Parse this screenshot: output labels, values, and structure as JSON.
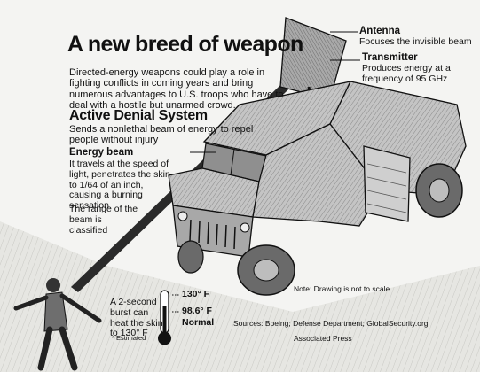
{
  "title": "A new breed of weapon",
  "intro": "Directed-energy weapons could play a role in fighting conflicts in coming years and bring numerous advantages to U.S. troops who have to deal with a hostile but unarmed crowd.",
  "system": {
    "heading": "Active Denial System",
    "description": "Sends a nonlethal beam of energy to repel people without injury"
  },
  "callouts": {
    "antenna": {
      "label": "Antenna",
      "desc": "Focuses the invisible beam"
    },
    "transmitter": {
      "label": "Transmitter",
      "desc": "Produces energy at a frequency of 95 GHz"
    },
    "energy_beam": {
      "label": "Energy beam",
      "desc": "It travels at the speed of light, penetrates the skin to 1/64 of an inch, causing a burning sensation"
    },
    "range": "The range of the beam is classified"
  },
  "burst_note": "A 2-second burst can heat the skin to 130° F",
  "estimated_note": "* Estimated",
  "thermometer": {
    "high": "130° F",
    "normal_value": "98.6° F",
    "normal_label": "Normal"
  },
  "drawing_note": "Note: Drawing is not to scale",
  "sources": "Sources: Boeing; Defense Department; GlobalSecurity.org",
  "credit": "Associated Press",
  "colors": {
    "ink": "#111111",
    "paper": "#f4f4f2",
    "vehicle_fill": "#bdbdbd",
    "dish_fill": "#9a9a9a",
    "beam": "#2a2a2a"
  }
}
